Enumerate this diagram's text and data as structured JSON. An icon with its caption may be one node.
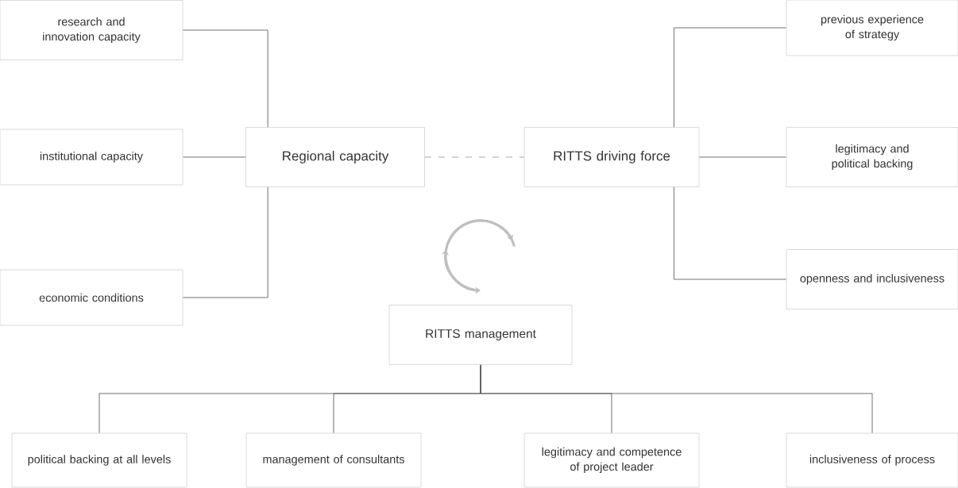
{
  "diagram": {
    "nodes": [
      {
        "text": [
          "research and innovation capacity"
        ]
      },
      {
        "text": [
          "previous experience of strategy"
        ]
      },
      {
        "text": [
          "institutional capacity"
        ]
      },
      {
        "text": [
          "Regional capacity"
        ]
      },
      {
        "text": [
          "RITTS driving force"
        ]
      },
      {
        "text": [
          "legitimacy and political backing"
        ]
      },
      {
        "text": [
          "economic conditions"
        ]
      },
      {
        "text": [
          "openness and inclusiveness"
        ]
      },
      {
        "text": [
          "RITTS management"
        ]
      },
      {
        "text": [
          "political backing at all levels"
        ]
      },
      {
        "text": [
          "management of consultants"
        ]
      },
      {
        "text": [
          "legitimacy and competence of project leader"
        ]
      },
      {
        "text": [
          "inclusiveness of process"
        ]
      }
    ],
    "edges": [
      {
        "from": 0,
        "to": 3,
        "arrow": "none"
      },
      {
        "from": 2,
        "to": 3,
        "arrow": "none"
      },
      {
        "from": 6,
        "to": 3,
        "arrow": "none"
      },
      {
        "from": 3,
        "to": 4,
        "arrow": "none",
        "style": "dashed",
        "color": "#c4c4c4"
      },
      {
        "from": 4,
        "to": 1,
        "arrow": "none"
      },
      {
        "from": 4,
        "to": 5,
        "arrow": "none"
      },
      {
        "from": 4,
        "to": 7,
        "arrow": "none"
      },
      {
        "from": 8,
        "to": 9,
        "arrow": "none"
      },
      {
        "from": 8,
        "to": 10,
        "arrow": "none"
      },
      {
        "from": 8,
        "to": 11,
        "arrow": "none"
      },
      {
        "from": 8,
        "to": 12,
        "arrow": "none"
      }
    ]
  }
}
